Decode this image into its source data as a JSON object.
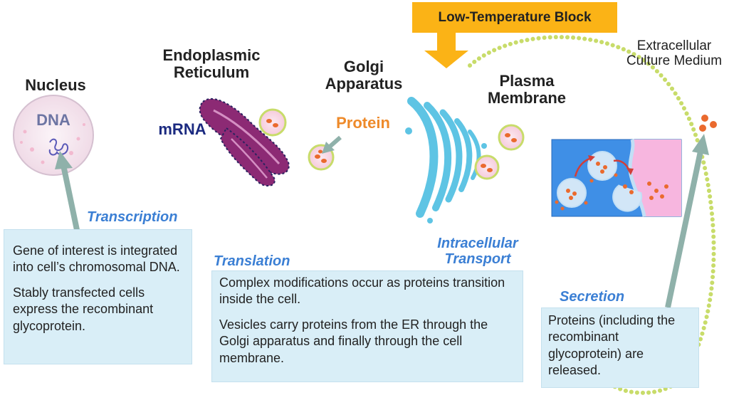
{
  "labels": {
    "nucleus": "Nucleus",
    "dna": "DNA",
    "er": "Endoplasmic Reticulum",
    "mrna": "mRNA",
    "golgi": "Golgi Apparatus",
    "protein": "Protein",
    "plasma": "Plasma Membrane",
    "medium": "Extracellular Culture Medium"
  },
  "banner": "Low-Temperature Block",
  "steps": {
    "transcription": "Transcription",
    "translation": "Translation",
    "intracellular": "Intracellular Transport",
    "secretion": "Secretion"
  },
  "boxes": {
    "transcription_p1": "Gene of interest is integrated into cell’s chromosomal DNA.",
    "transcription_p2": "Stably transfected cells express the recombinant glycoprotein.",
    "translation_p1": "Complex modifications occur as proteins transition inside the cell.",
    "translation_p2": "Vesicles carry proteins from the ER through the Golgi apparatus and finally through the cell membrane.",
    "secretion_p1": "Proteins (including the recombinant glycoprotein) are released."
  },
  "colors": {
    "banner": "#fbb316",
    "step_text": "#3b7fd4",
    "box_bg": "#d9eef7",
    "er": "#8c2a74",
    "golgi": "#5ec4e4",
    "protein_text": "#ee8a2a",
    "mrna_text": "#1b2a80",
    "membrane_dots": "#c8dc6a",
    "cell_blue": "#3f8fe6",
    "cell_pink": "#f7b6df",
    "cargo": "#ea6a2e"
  }
}
